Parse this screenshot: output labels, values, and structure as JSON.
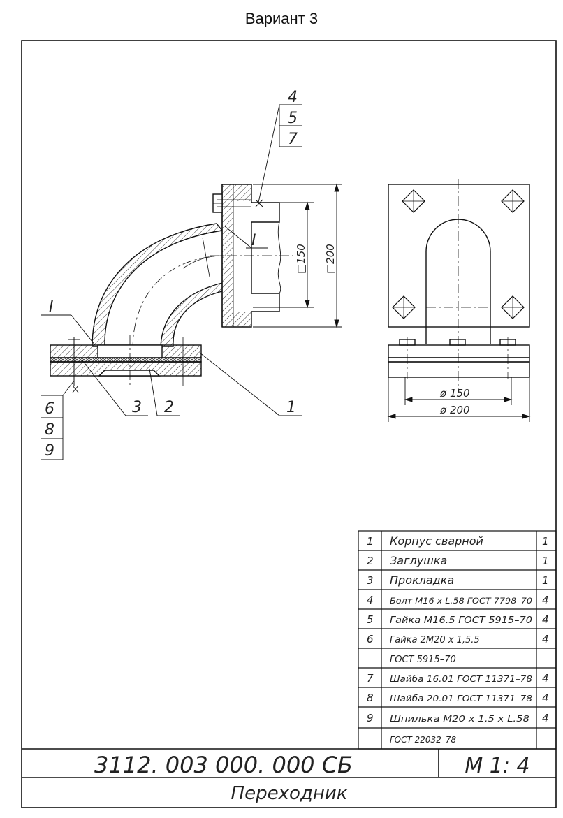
{
  "title": "Вариант 3",
  "callouts": {
    "upper_stack": [
      "4",
      "5",
      "7"
    ],
    "lower_stack": [
      "6",
      "8",
      "9"
    ],
    "detail_mark_left": "I",
    "detail_mark_flange": "I",
    "part_3": "3",
    "part_2": "2",
    "part_1": "1"
  },
  "dimensions": {
    "square_150": "□150",
    "square_200": "□200",
    "dia_150": "ø 150",
    "dia_200": "ø 200"
  },
  "bom": [
    {
      "pos": "1",
      "name": "Корпус сварной",
      "qty": "1"
    },
    {
      "pos": "2",
      "name": "Заглушка",
      "qty": "1"
    },
    {
      "pos": "3",
      "name": "Прокладка",
      "qty": "1"
    },
    {
      "pos": "4",
      "name": "Болт М16 х L.58 ГОСТ 7798–70",
      "qty": "4"
    },
    {
      "pos": "5",
      "name": "Гайка М16.5 ГОСТ 5915–70",
      "qty": "4"
    },
    {
      "pos": "6",
      "name": "Гайка 2М20 х 1,5.5",
      "qty": "4"
    },
    {
      "pos": "",
      "name": "ГОСТ 5915–70",
      "qty": ""
    },
    {
      "pos": "7",
      "name": "Шайба 16.01 ГОСТ 11371–78",
      "qty": "4"
    },
    {
      "pos": "8",
      "name": "Шайба 20.01 ГОСТ 11371–78",
      "qty": "4"
    },
    {
      "pos": "9",
      "name": "Шпилька М20 х 1,5 х L.58",
      "qty": "4"
    },
    {
      "pos": "",
      "name": "ГОСТ 22032–78",
      "qty": ""
    }
  ],
  "title_block": {
    "designation": "3112. 003 000. 000 СБ",
    "scale": "М 1: 4",
    "name": "Переходник"
  }
}
